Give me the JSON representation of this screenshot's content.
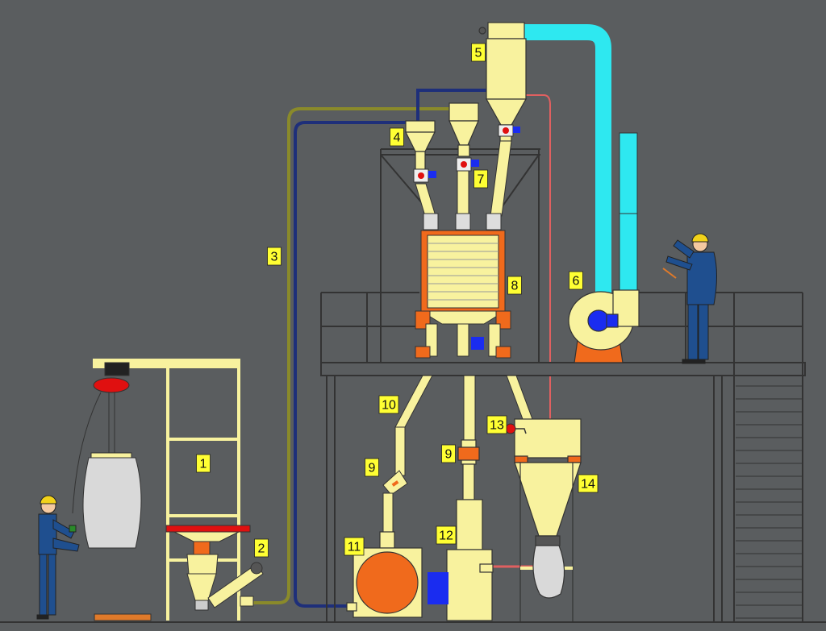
{
  "labels": [
    "1",
    "2",
    "3",
    "4",
    "5",
    "6",
    "7",
    "8",
    "9",
    "9",
    "10",
    "11",
    "12",
    "13",
    "14"
  ],
  "colors": {
    "background": "#5a5d5f",
    "equipment": "#f8f29e",
    "outline": "#333333",
    "orange": "#f06a1c",
    "blue_motor": "#1a2cf0",
    "cyan_duct": "#2ee8f0",
    "navy_line": "#1e2f7a",
    "olive_line": "#8a8a2a",
    "red_line": "#e06060",
    "label_bg": "#ffff33",
    "bag": "#d9d9d9",
    "worker_blue": "#1f4f8f",
    "helmet": "#f2d21a",
    "red_hoist": "#e01010",
    "pallet": "#e07a2a"
  },
  "icons": [
    "worker-icon",
    "inspector-icon",
    "big-bag-icon",
    "hoist-icon",
    "motor-icon",
    "fan-icon",
    "cyclone-icon"
  ]
}
